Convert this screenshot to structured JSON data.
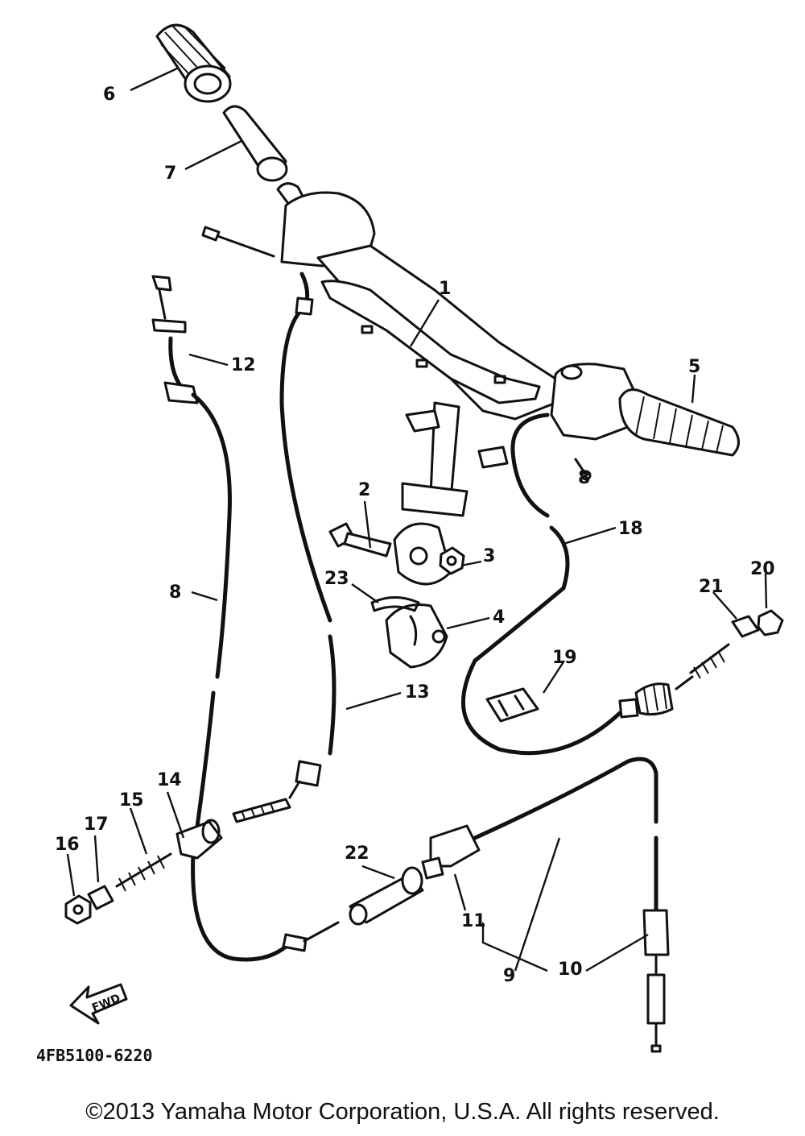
{
  "diagram": {
    "callouts": {
      "c1": "1",
      "c2": "2",
      "c3": "3",
      "c4": "4",
      "c5": "5",
      "c6": "6",
      "c7": "7",
      "c8": "8",
      "c8b": "8",
      "c9": "9",
      "c10": "10",
      "c11": "11",
      "c12": "12",
      "c13": "13",
      "c14": "14",
      "c15": "15",
      "c16": "16",
      "c17": "17",
      "c18": "18",
      "c19": "19",
      "c20": "20",
      "c21": "21",
      "c22": "22",
      "c23": "23"
    },
    "fwd_label": "FWD",
    "drawing_code": "4FB5100-6220"
  },
  "footer": {
    "copyright": "©2013 Yamaha Motor Corporation, U.S.A. All rights reserved."
  }
}
